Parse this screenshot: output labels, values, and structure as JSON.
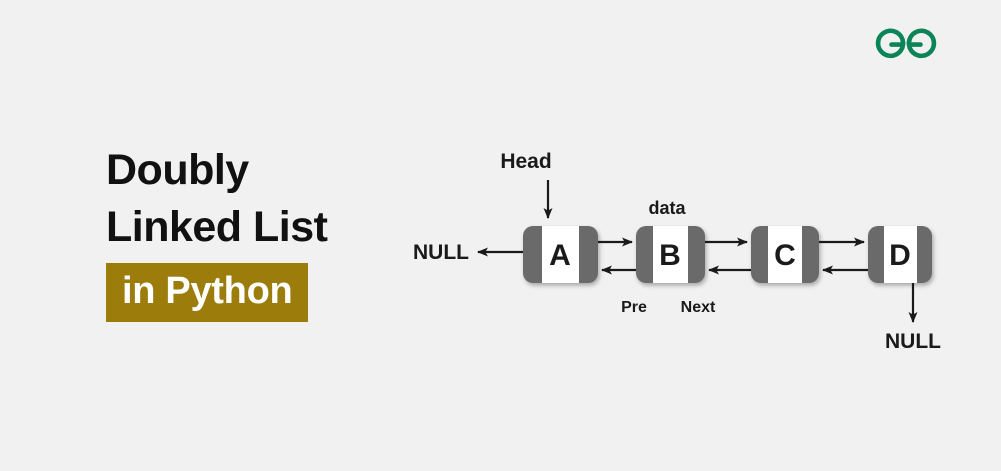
{
  "banner": {
    "background_color": "#f1f1f1"
  },
  "logo": {
    "name": "geeksforgeeks-logo",
    "color": "#0b8457",
    "alt": "GG"
  },
  "title": {
    "line1": "Doubly",
    "line2": "Linked List",
    "highlight": "in Python",
    "text_color": "#111111",
    "highlight_bg": "#9c7d0c",
    "highlight_text_color": "#ffffff"
  },
  "diagram": {
    "type": "doubly-linked-list",
    "node_fill": "#6b6b6b",
    "node_panel": "#ffffff",
    "arrow_color": "#1a1a1a",
    "nodes": [
      {
        "value": "A"
      },
      {
        "value": "B"
      },
      {
        "value": "C"
      },
      {
        "value": "D"
      }
    ],
    "labels": {
      "head": "Head",
      "data": "data",
      "prev": "Pre",
      "next": "Next",
      "null_left": "NULL",
      "null_right": "NULL"
    }
  }
}
